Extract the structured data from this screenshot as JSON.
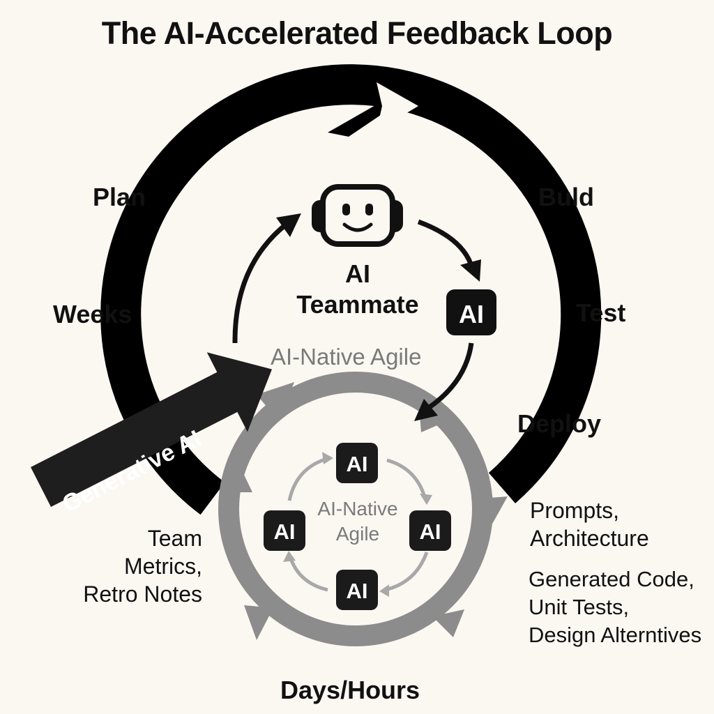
{
  "title": "The AI-Accelerated Feedback Loop",
  "outer_stages": [
    "Plan",
    "Buld",
    "Test",
    "Deploy"
  ],
  "outer_timescale": "Weeks",
  "transition_arrow_label": "Generative AI",
  "teammate_label": [
    "AI",
    "Teammate"
  ],
  "ai_badge": "AI",
  "agile_label": "AI-Native Agile",
  "inner_center_label": [
    "AI-Native",
    "Agile"
  ],
  "inner_timescale": "Days/Hours",
  "left_note": [
    "Team",
    "Metrics,",
    "Retro Notes"
  ],
  "right_notes": [
    [
      "Prompts,",
      "Architecture"
    ],
    [
      "Generated Code,",
      "Unit Tests,",
      "Design Alterntives"
    ]
  ],
  "icons": [
    "robot-face-icon",
    "ai-badge-icon"
  ],
  "colors": {
    "outer_loop": "#000000",
    "inner_loop": "#8c8c8c",
    "small_loop": "#a8a8a8",
    "badge": "#1b1b1b",
    "background": "#fbf8f2"
  }
}
